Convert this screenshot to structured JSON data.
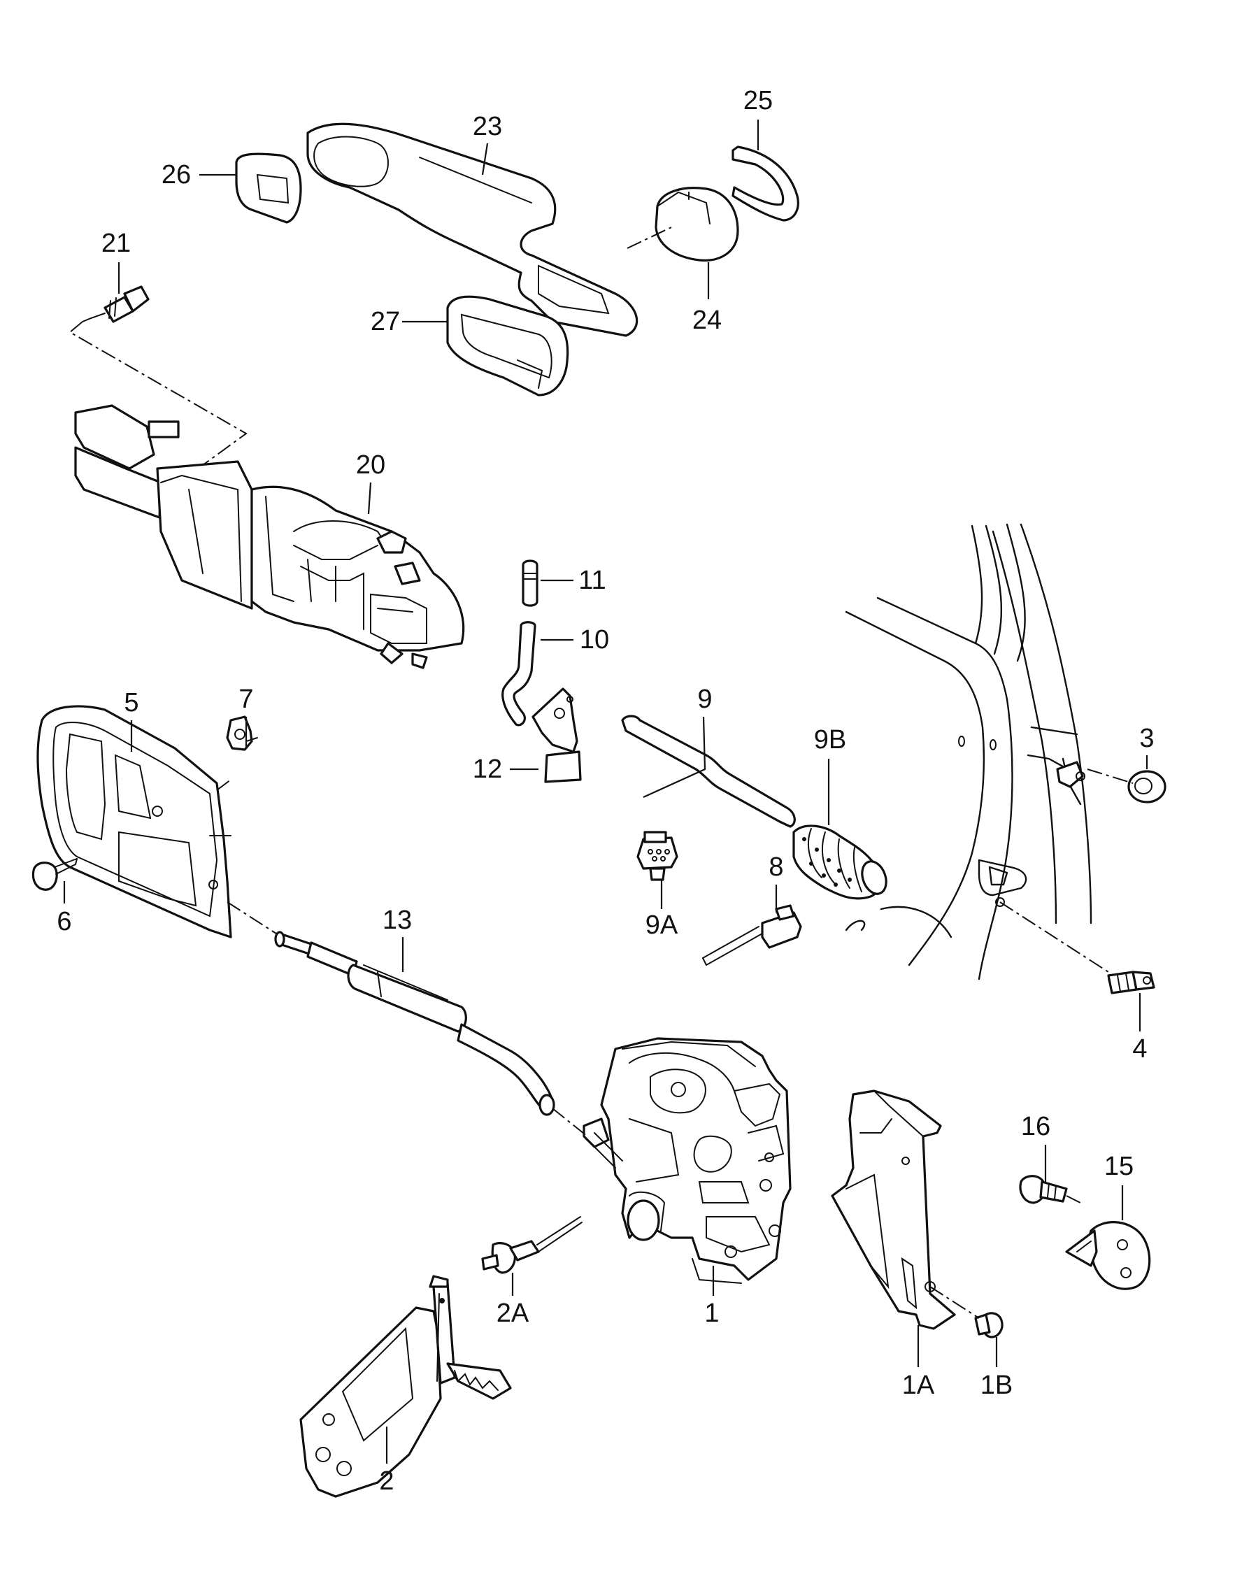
{
  "parts": [
    {
      "id": "p1",
      "label": "1",
      "name": "door-lock"
    },
    {
      "id": "p1a",
      "label": "1A",
      "name": "lock-bracket"
    },
    {
      "id": "p1b",
      "label": "1B",
      "name": "bracket-screw"
    },
    {
      "id": "p2",
      "label": "2",
      "name": "cable-bracket"
    },
    {
      "id": "p2a",
      "label": "2A",
      "name": "rivet"
    },
    {
      "id": "p3",
      "label": "3",
      "name": "grommet"
    },
    {
      "id": "p4",
      "label": "4",
      "name": "striker-bolt"
    },
    {
      "id": "p5",
      "label": "5",
      "name": "interior-handle"
    },
    {
      "id": "p6",
      "label": "6",
      "name": "interior-handle-screw"
    },
    {
      "id": "p7",
      "label": "7",
      "name": "speed-nut"
    },
    {
      "id": "p8",
      "label": "8",
      "name": "lock-rod-clip"
    },
    {
      "id": "p9",
      "label": "9",
      "name": "wiring-harness"
    },
    {
      "id": "p9a",
      "label": "9A",
      "name": "connector-housing"
    },
    {
      "id": "p9b",
      "label": "9B",
      "name": "protective-boot"
    },
    {
      "id": "p10",
      "label": "10",
      "name": "operating-rod"
    },
    {
      "id": "p11",
      "label": "11",
      "name": "lock-button-pin"
    },
    {
      "id": "p12",
      "label": "12",
      "name": "rod-lever"
    },
    {
      "id": "p13",
      "label": "13",
      "name": "bowden-cable"
    },
    {
      "id": "p15",
      "label": "15",
      "name": "striker-plate"
    },
    {
      "id": "p16",
      "label": "16",
      "name": "striker-screw"
    },
    {
      "id": "p20",
      "label": "20",
      "name": "handle-carrier"
    },
    {
      "id": "p21",
      "label": "21",
      "name": "carrier-bolt"
    },
    {
      "id": "p23",
      "label": "23",
      "name": "exterior-handle"
    },
    {
      "id": "p24",
      "label": "24",
      "name": "handle-cap"
    },
    {
      "id": "p25",
      "label": "25",
      "name": "cap-seal"
    },
    {
      "id": "p26",
      "label": "26",
      "name": "front-gasket"
    },
    {
      "id": "p27",
      "label": "27",
      "name": "rear-gasket"
    }
  ]
}
